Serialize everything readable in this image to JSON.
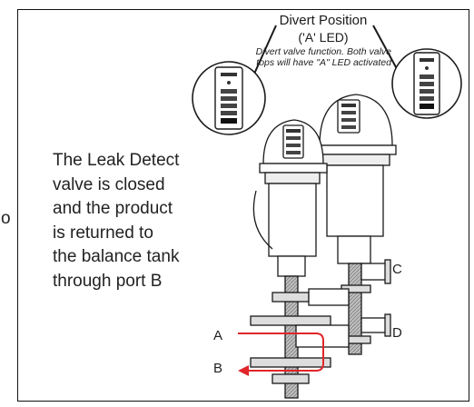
{
  "figure": {
    "title": "Divert Position",
    "subtitle": "('A' LED)",
    "note": "Divert valve function. Both valve tops will have \"A\" LED activated",
    "body_text": "The Leak Detect\nvalve is closed\nand the product\nis returned to\nthe balance tank\nthrough port B",
    "stray_glyph": "o",
    "ports": {
      "a": "A",
      "b": "B",
      "c": "C",
      "d": "D"
    }
  },
  "colors": {
    "flow_arrow": "#e0262a",
    "line": "#1a1a1a",
    "led_active": "#2a2a2a"
  }
}
